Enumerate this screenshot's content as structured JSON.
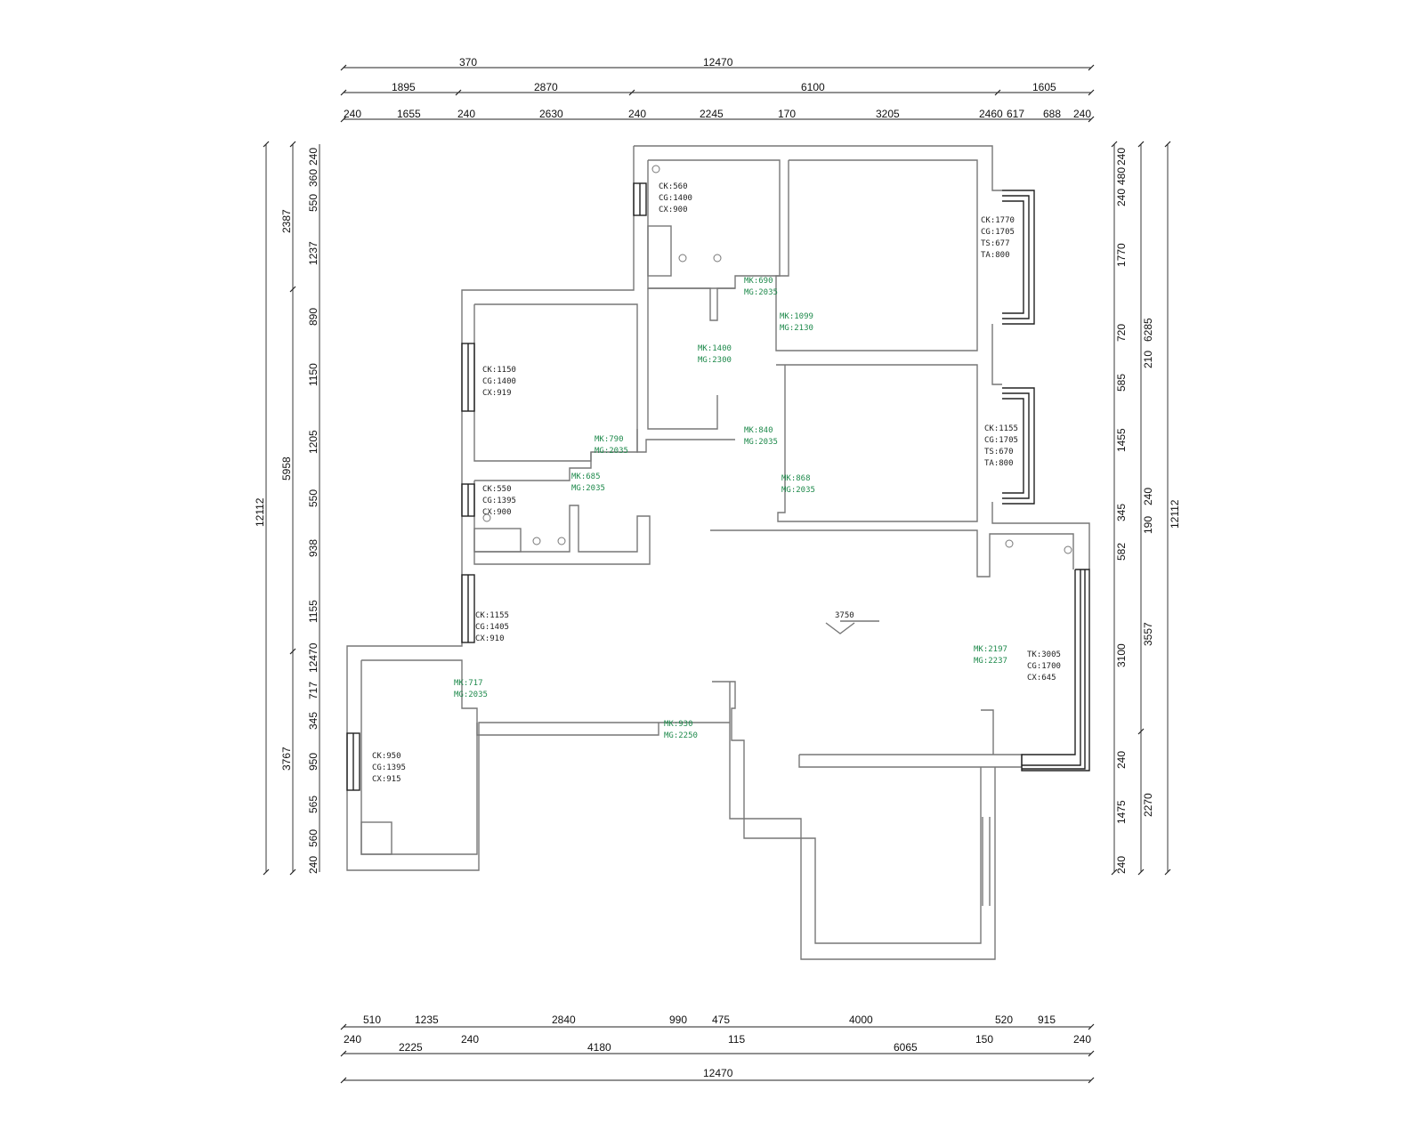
{
  "dimensions": {
    "top_row1": [
      "370",
      "12470"
    ],
    "top_row2": [
      "1895",
      "2870",
      "6100",
      "1605"
    ],
    "top_row3": [
      "240",
      "1655",
      "240",
      "2630",
      "240",
      "2245",
      "170",
      "3205",
      "2460",
      "617",
      "688",
      "240"
    ],
    "bottom_row1": [
      "510",
      "1235",
      "2840",
      "990",
      "475",
      "4000",
      "520",
      "915"
    ],
    "bottom_row2a": [
      "240",
      "240",
      "115",
      "150",
      "240"
    ],
    "bottom_row2b": [
      "2225",
      "4180",
      "6065"
    ],
    "bottom_row3": [
      "12470"
    ],
    "left_outer": [
      "12112"
    ],
    "left_mid": [
      "2387",
      "5958",
      "3767"
    ],
    "left_inner": [
      "240",
      "550",
      "360",
      "1237",
      "890",
      "1150",
      "1205",
      "550",
      "938",
      "1155",
      "12470",
      "717",
      "345",
      "950",
      "565",
      "560",
      "240"
    ],
    "right_inner": [
      "240",
      "480",
      "240",
      "1770",
      "720",
      "585",
      "1455",
      "345",
      "582",
      "3100",
      "240",
      "1475",
      "240"
    ],
    "right_mid": [
      "6285",
      "210",
      "240",
      "190",
      "3557",
      "2270"
    ],
    "right_outer": [
      "12112"
    ]
  },
  "notes": {
    "kitchen_window": [
      "CK:560",
      "CG:1400",
      "CX:900"
    ],
    "master_window": [
      "CK:1770",
      "CG:1705",
      "TS:677",
      "TA:800"
    ],
    "bedroom2_window": [
      "CK:1155",
      "CG:1705",
      "TS:670",
      "TA:800"
    ],
    "left_bedroom_window": [
      "CK:1150",
      "CG:1400",
      "CX:919"
    ],
    "bath_window": [
      "CK:550",
      "CG:1395",
      "CX:900"
    ],
    "corridor_window": [
      "CK:1155",
      "CG:1405",
      "CX:910"
    ],
    "sw_room_window": [
      "CK:950",
      "CG:1395",
      "CX:915"
    ],
    "living_window": [
      "TK:3005",
      "CG:1700",
      "CX:645"
    ],
    "living_level": [
      "3750"
    ]
  },
  "door_notes": {
    "d1": [
      "MK:690",
      "MG:2035"
    ],
    "d2": [
      "MK:1099",
      "MG:2130"
    ],
    "d3": [
      "MK:1400",
      "MG:2300"
    ],
    "d4": [
      "MK:840",
      "MG:2035"
    ],
    "d5": [
      "MK:790",
      "MG:2035"
    ],
    "d6": [
      "MK:685",
      "MG:2035"
    ],
    "d7": [
      "MK:868",
      "MG:2035"
    ],
    "d8": [
      "MK:2197",
      "MG:2237"
    ],
    "d9": [
      "MK:717",
      "MG:2035"
    ],
    "d10": [
      "MK:930",
      "MG:2250"
    ]
  }
}
